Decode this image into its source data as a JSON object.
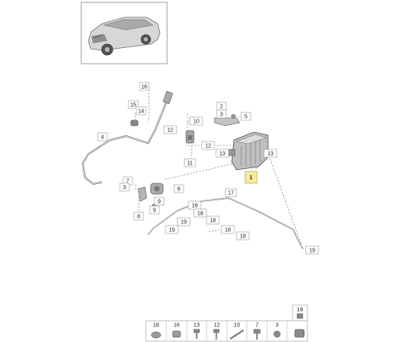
{
  "labels": {
    "l1": "1",
    "l2": "2",
    "l3": "3",
    "l4": "4",
    "l5": "5",
    "l6": "6",
    "l7": "7",
    "l8": "8",
    "l9a": "9",
    "l9b": "9",
    "l10": "10",
    "l11": "11",
    "l12a": "12",
    "l12b": "12",
    "l13a": "13",
    "l13b": "13",
    "l14": "14",
    "l15": "15",
    "l16": "16",
    "l17": "17",
    "l18a": "18",
    "l18b": "18",
    "l18c": "18",
    "l18d": "18",
    "l18e": "18",
    "l19a": "19",
    "l19b": "19",
    "l19c": "19"
  },
  "legend": [
    "18",
    "16",
    "13",
    "12",
    "10",
    "7",
    "3",
    "19"
  ],
  "colors": {
    "highlight": "#f7eaa0",
    "line": "#555555",
    "part": "#9a9a9a"
  }
}
